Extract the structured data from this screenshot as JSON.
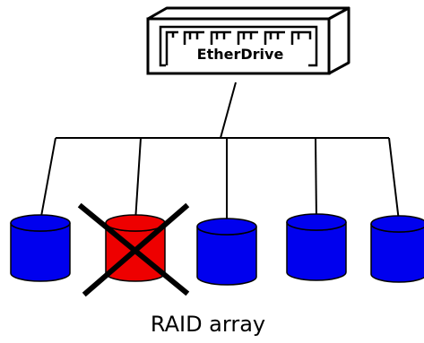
{
  "device": {
    "label": "EtherDrive"
  },
  "caption": "RAID array",
  "colors": {
    "disk_ok": "#0000ee",
    "disk_failed": "#ee0000",
    "outline": "#000000",
    "background": "#ffffff"
  },
  "disks": [
    {
      "state": "ok"
    },
    {
      "state": "failed"
    },
    {
      "state": "ok"
    },
    {
      "state": "ok"
    },
    {
      "state": "ok"
    }
  ]
}
